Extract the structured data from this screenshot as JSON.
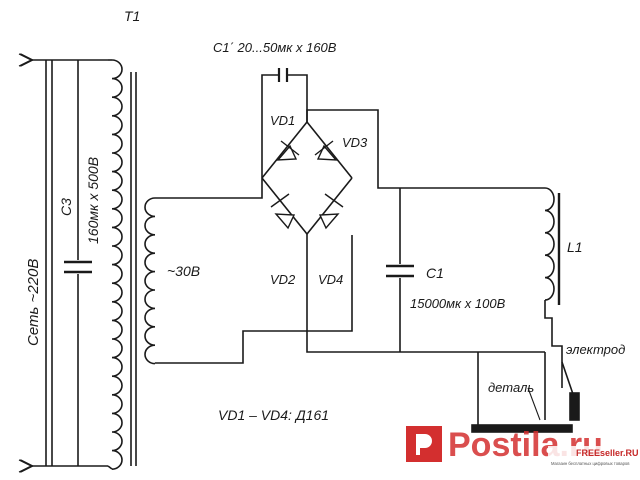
{
  "labels": {
    "transformer": "T1",
    "mains": "Сеть ~220В",
    "c3_name": "C3",
    "c3_value": "160мк x 500В",
    "secondary_voltage": "~30В",
    "c1_prime": "C1΄ 20...50мк x 160В",
    "vd1": "VD1",
    "vd2": "VD2",
    "vd3": "VD3",
    "vd4": "VD4",
    "c1_name": "C1",
    "c1_value": "15000мк x 100В",
    "inductor": "L1",
    "electrode": "электрод",
    "workpiece": "деталь",
    "diodes_note": "VD1 – VD4: Д161"
  },
  "watermark": {
    "brand": "Postila.ru",
    "small_brand": "FREEseller.RU",
    "small_caption": "Магазин бесплатных цифровых товаров",
    "color": "#d32f2f"
  }
}
